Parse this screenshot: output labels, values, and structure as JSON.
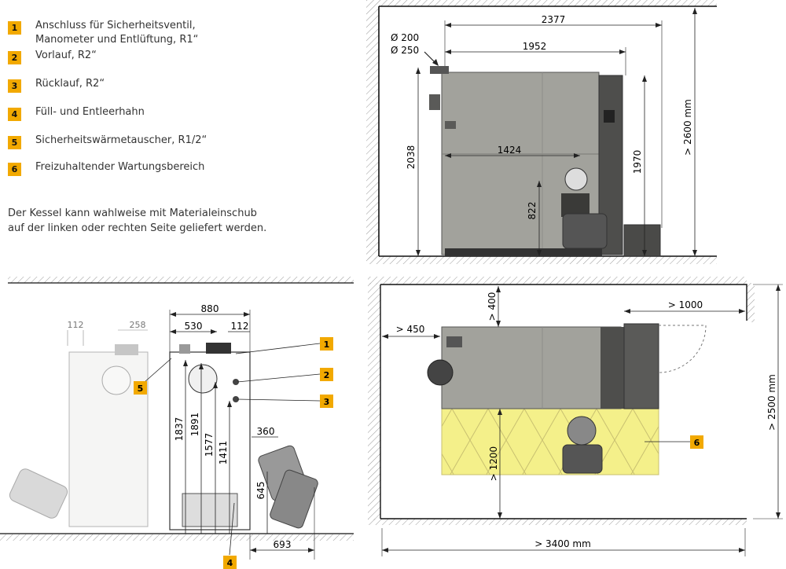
{
  "legend": [
    {
      "num": "1",
      "text": "Anschluss für Sicherheitsventil,\nManometer und Entlüftung, R1“"
    },
    {
      "num": "2",
      "text": "Vorlauf, R2“"
    },
    {
      "num": "3",
      "text": "Rücklauf, R2“"
    },
    {
      "num": "4",
      "text": "Füll- und Entleerhahn"
    },
    {
      "num": "5",
      "text": "Sicherheitswärmetauscher, R1/2“"
    },
    {
      "num": "6",
      "text": "Freizuhaltender Wartungsbereich"
    }
  ],
  "note": "Der Kessel kann wahlweise mit Materialeinschub\nauf der linken oder rechten Seite geliefert werden.",
  "side_view": {
    "diameters": [
      "Ø 200",
      "Ø 250"
    ],
    "dim_2377": "2377",
    "dim_1952": "1952",
    "dim_1424": "1424",
    "dim_2038": "2038",
    "dim_1970": "1970",
    "dim_822": "822",
    "dim_room_height": "> 2600 mm"
  },
  "front_view": {
    "dim_112_left": "112",
    "dim_258": "258",
    "dim_880": "880",
    "dim_530": "530",
    "dim_112_right": "112",
    "dim_1837": "1837",
    "dim_1891": "1891",
    "dim_1577": "1577",
    "dim_1411": "1411",
    "dim_360": "360",
    "dim_645": "645",
    "dim_693": "693"
  },
  "top_view": {
    "dim_400": "> 400",
    "dim_1000": "> 1000",
    "dim_450": "> 450",
    "dim_1200": "> 1200",
    "dim_2500": "> 2500 mm",
    "dim_3400": "> 3400 mm"
  },
  "colors": {
    "badge": "#f2a900",
    "boiler": "#a2a29c",
    "boiler_dark": "#5a5a58",
    "maintenance_area": "#f4f08a",
    "dim_line": "#222222"
  }
}
